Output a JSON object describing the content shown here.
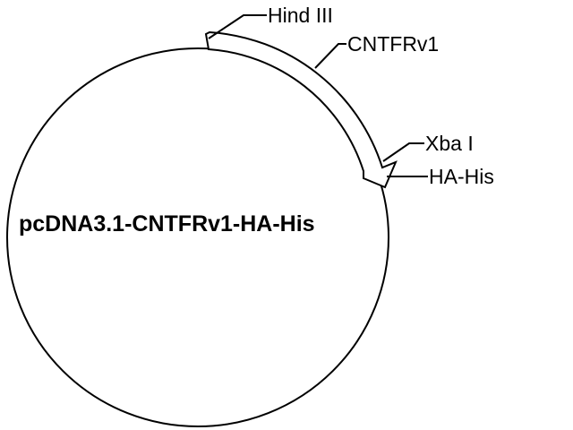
{
  "plasmid": {
    "name": "pcDNA3.1-CNTFRv1-HA-His"
  },
  "features": {
    "hind3": {
      "label": "Hind III"
    },
    "insert": {
      "label": "CNTFRv1"
    },
    "xba1": {
      "label": "Xba I"
    },
    "tag": {
      "label": "HA-His"
    }
  },
  "colors": {
    "stroke": "#000000",
    "background": "#ffffff"
  }
}
